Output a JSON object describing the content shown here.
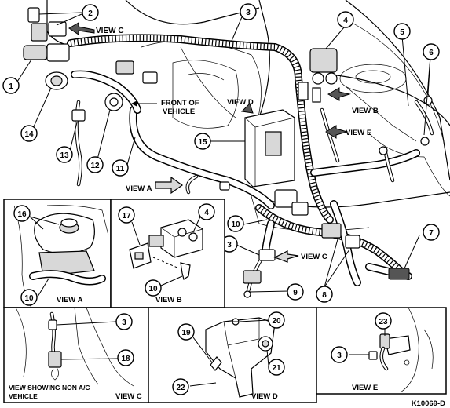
{
  "callouts": {
    "c1": "1",
    "c2": "2",
    "c3": "3",
    "c4": "4",
    "c5": "5",
    "c6": "6",
    "c7": "7",
    "c8": "8",
    "c9": "9",
    "c10": "10",
    "c11": "11",
    "c12": "12",
    "c13": "13",
    "c14": "14",
    "c15": "15",
    "vb4": "4",
    "vb17": "17",
    "vb10": "10",
    "va16": "16",
    "va10": "10",
    "vc3": "3",
    "vc18": "18",
    "vd19": "19",
    "vd20": "20",
    "vd21": "21",
    "vd22": "22",
    "ve23": "23",
    "ve3": "3"
  },
  "labels": {
    "view_c_main": "VIEW C",
    "view_c_lower": "VIEW C",
    "view_d_main": "VIEW D",
    "view_b_main": "VIEW B",
    "view_e_main": "VIEW E",
    "view_a_main": "VIEW A",
    "front_line1": "FRONT OF",
    "front_line2": "VEHICLE",
    "panel_a": "VIEW A",
    "panel_b": "VIEW B",
    "panel_c_caption_line1": "VIEW SHOWING NON A/C",
    "panel_c_caption_line2": "VEHICLE",
    "panel_c": "VIEW C",
    "panel_d": "VIEW D",
    "panel_e": "VIEW E",
    "figure_id": "K10069-D"
  }
}
